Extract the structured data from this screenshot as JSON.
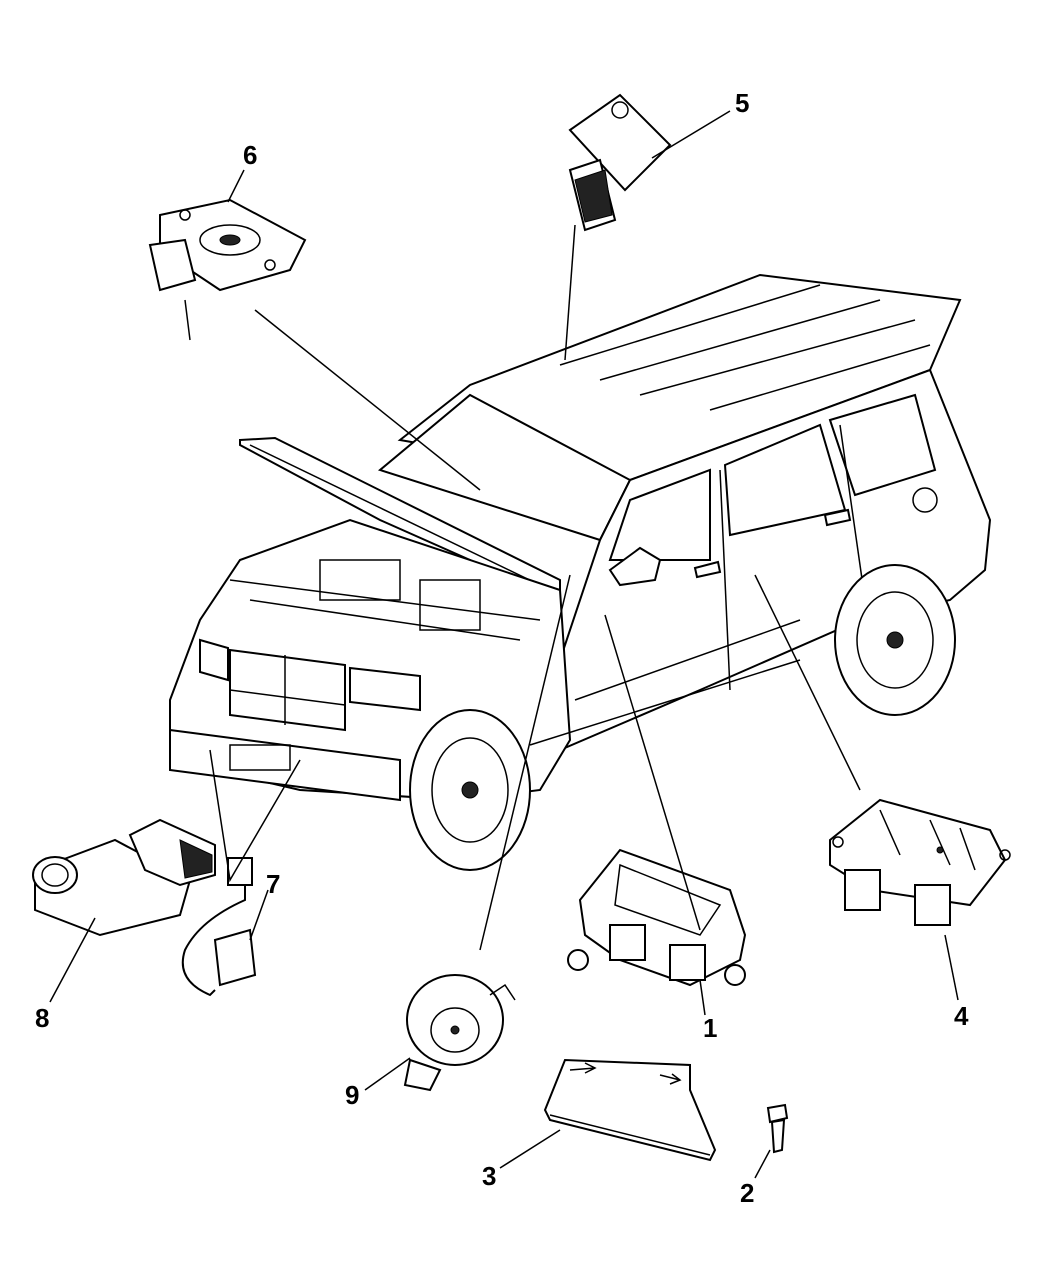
{
  "diagram": {
    "subject": "Vehicle airbag / restraint module component locations",
    "callouts": [
      {
        "id": "1",
        "label": "1",
        "part": "airbag-control-module"
      },
      {
        "id": "2",
        "label": "2",
        "part": "bolt"
      },
      {
        "id": "3",
        "label": "3",
        "part": "module-bracket-cover"
      },
      {
        "id": "4",
        "label": "4",
        "part": "occupant-classification-module"
      },
      {
        "id": "5",
        "label": "5",
        "part": "side-impact-sensor"
      },
      {
        "id": "6",
        "label": "6",
        "part": "rollover-sensor"
      },
      {
        "id": "7",
        "label": "7",
        "part": "sensor-wiring-pigtail"
      },
      {
        "id": "8",
        "label": "8",
        "part": "front-impact-sensor"
      },
      {
        "id": "9",
        "label": "9",
        "part": "clockspring"
      }
    ]
  }
}
